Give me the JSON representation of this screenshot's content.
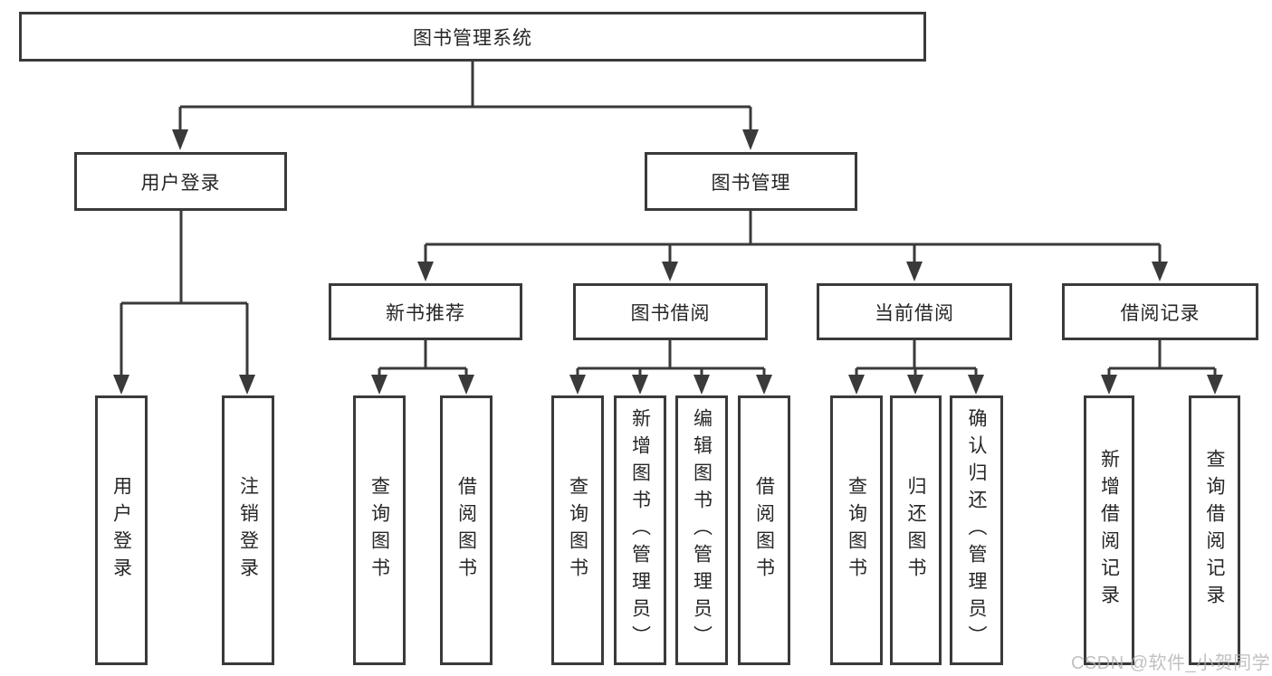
{
  "title": "图书管理系统",
  "nodes": {
    "user_login": "用户登录",
    "book_mgmt": "图书管理",
    "new_book": "新书推荐",
    "book_borrow": "图书借阅",
    "current_borrow": "当前借阅",
    "borrow_record": "借阅记录"
  },
  "leaves": {
    "user_login": [
      "用户登录",
      "注销登录"
    ],
    "new_book": [
      "查询图书",
      "借阅图书"
    ],
    "book_borrow": [
      "查询图书",
      "新增图书（管理员）",
      "编辑图书（管理员）",
      "借阅图书"
    ],
    "current_borrow": [
      "查询图书",
      "归还图书",
      "确认归还（管理员）"
    ],
    "borrow_record": [
      "新增借阅记录",
      "查询借阅记录"
    ]
  },
  "watermark": "CSDN @软件_小贺同学",
  "colors": {
    "line": "#3a3a3a",
    "text": "#262626",
    "box_bg": "#ffffff",
    "watermark": "#b2b2b2"
  }
}
